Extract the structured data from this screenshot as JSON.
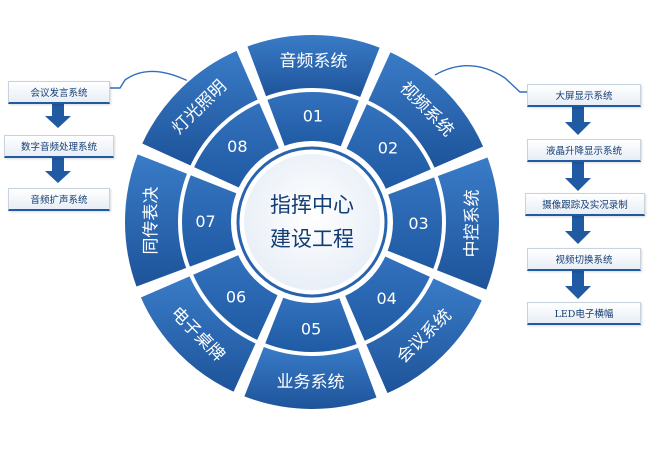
{
  "center": {
    "line1": "指挥中心",
    "line2": "建设工程"
  },
  "segments": [
    {
      "num": "01",
      "label": "音频系统"
    },
    {
      "num": "02",
      "label": "视频系统"
    },
    {
      "num": "03",
      "label": "中控系统"
    },
    {
      "num": "04",
      "label": "会议系统"
    },
    {
      "num": "05",
      "label": "业务系统"
    },
    {
      "num": "06",
      "label": "电子桌牌"
    },
    {
      "num": "07",
      "label": "同传表决"
    },
    {
      "num": "08",
      "label": "灯光照明"
    }
  ],
  "left_boxes": [
    {
      "label": "会议发言系统"
    },
    {
      "label": "数字音频处理系统"
    },
    {
      "label": "音频扩声系统"
    }
  ],
  "right_boxes": [
    {
      "label": "大屏显示系统"
    },
    {
      "label": "液晶升降显示系统"
    },
    {
      "label": "摄像跟踪及实况录制"
    },
    {
      "label": "视频切换系统"
    },
    {
      "label": "LED电子横幅"
    }
  ],
  "colors": {
    "segment_dark": "#1f5aa3",
    "segment_light": "#2f6fc0",
    "inner_ring": "#2a63ad",
    "center_fill": "#ffffff",
    "center_text": "#123c73",
    "arrow": "#1f5aa3",
    "connector": "#2f6fc0"
  }
}
